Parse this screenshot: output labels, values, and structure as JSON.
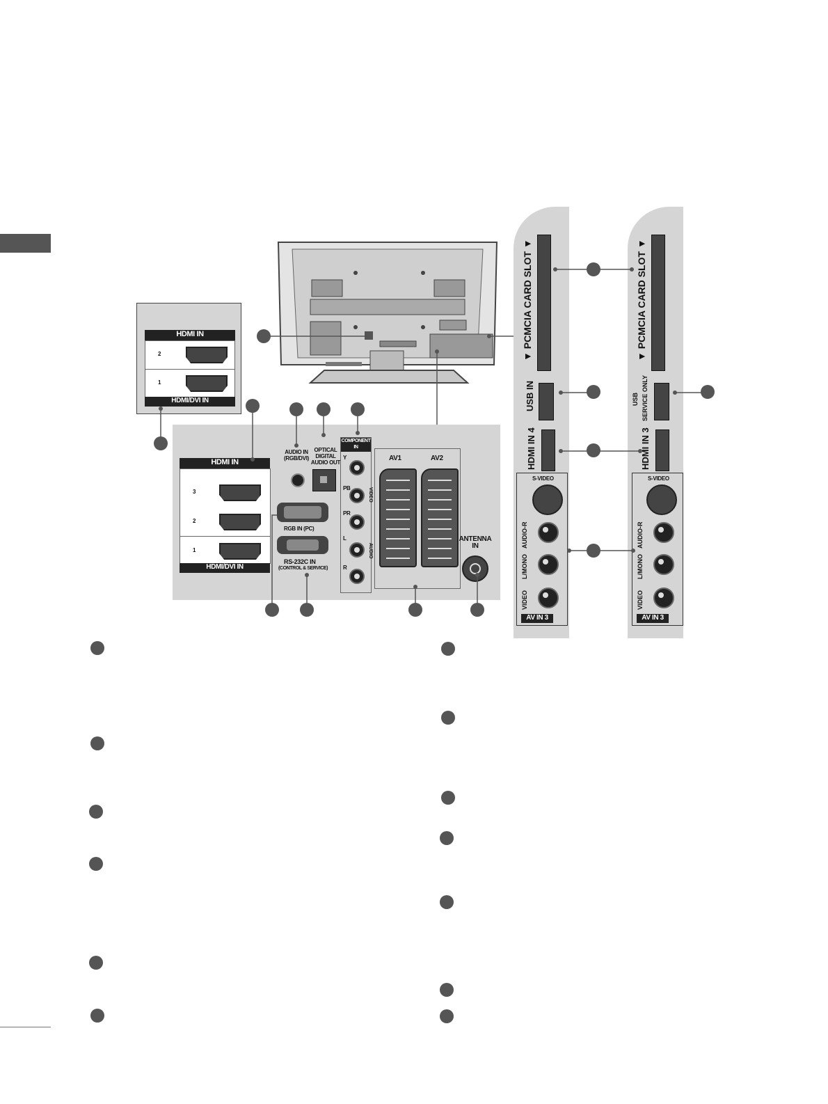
{
  "hdmi_box": {
    "title": "HDMI IN",
    "port2": "2",
    "port1": "1",
    "footer": "HDMI/DVI IN"
  },
  "back_panel": {
    "hdmi_title": "HDMI IN",
    "hdmi_ports": [
      "3",
      "2",
      "1"
    ],
    "hdmi_footer": "HDMI/DVI IN",
    "audio_in": "AUDIO IN",
    "audio_in_sub": "(RGB/DVI)",
    "optical_1": "OPTICAL",
    "optical_2": "DIGITAL",
    "optical_3": "AUDIO OUT",
    "component_1": "COMPONENT",
    "component_2": "IN",
    "comp_y": "Y",
    "comp_pb": "PB",
    "comp_pr": "PR",
    "comp_video": "VIDEO",
    "comp_l": "L",
    "comp_r": "R",
    "comp_audio": "AUDIO",
    "rgb_in": "RGB IN (PC)",
    "rs232": "RS-232C IN",
    "rs232_sub": "(CONTROL & SERVICE)",
    "av1": "AV1",
    "av2": "AV2",
    "antenna_1": "ANTENNA",
    "antenna_2": "IN"
  },
  "side_left": {
    "pcmcia": "▼ PCMCIA CARD SLOT ▼",
    "usb": "USB IN",
    "hdmi": "HDMI IN 4",
    "svideo": "S-VIDEO",
    "audio_r": "AUDIO-R",
    "l_mono": "L/MONO",
    "video": "VIDEO",
    "av_in": "AV IN 3"
  },
  "side_right": {
    "pcmcia": "▼ PCMCIA CARD SLOT ▼",
    "usb_1": "USB",
    "usb_2": "SERVICE ONLY",
    "hdmi": "HDMI IN 3",
    "svideo": "S-VIDEO",
    "audio_r": "AUDIO-R",
    "l_mono": "L/MONO",
    "video": "VIDEO",
    "av_in": "AV IN 3"
  },
  "colors": {
    "panel": "#d5d5d5",
    "dark": "#222222",
    "marker": "#555555"
  }
}
